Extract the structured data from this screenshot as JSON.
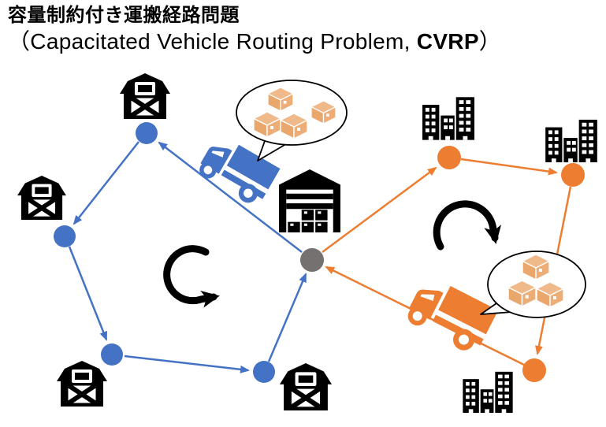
{
  "title": {
    "line1": "容量制約付き運搬経路問題",
    "line2_prefix": "（Capacitated Vehicle Routing Problem, ",
    "line2_bold": "CVRP",
    "line2_suffix": "）"
  },
  "colors": {
    "route_blue": "#4472C4",
    "route_orange": "#ED7D31",
    "depot_gray": "#767171",
    "icon_black": "#000000",
    "box_tan": "#EBAA71",
    "background": "#FFFFFF"
  },
  "diagram": {
    "depot": {
      "icon": "warehouse-icon",
      "node_color": "#767171"
    },
    "routes": [
      {
        "id": "farm-route",
        "color": "#4472C4",
        "rotation": "counterclockwise",
        "customer_icon": "barn-icon",
        "customer_count": 4,
        "vehicle": {
          "icon": "truck-icon",
          "cargo_bubble": {
            "icon": "cargo-boxes-icon",
            "box_count": 4
          }
        }
      },
      {
        "id": "city-route",
        "color": "#ED7D31",
        "rotation": "clockwise",
        "customer_icon": "buildings-icon",
        "customer_count": 3,
        "vehicle": {
          "icon": "truck-icon",
          "cargo_bubble": {
            "icon": "cargo-boxes-icon",
            "box_count": 3
          }
        }
      }
    ]
  }
}
